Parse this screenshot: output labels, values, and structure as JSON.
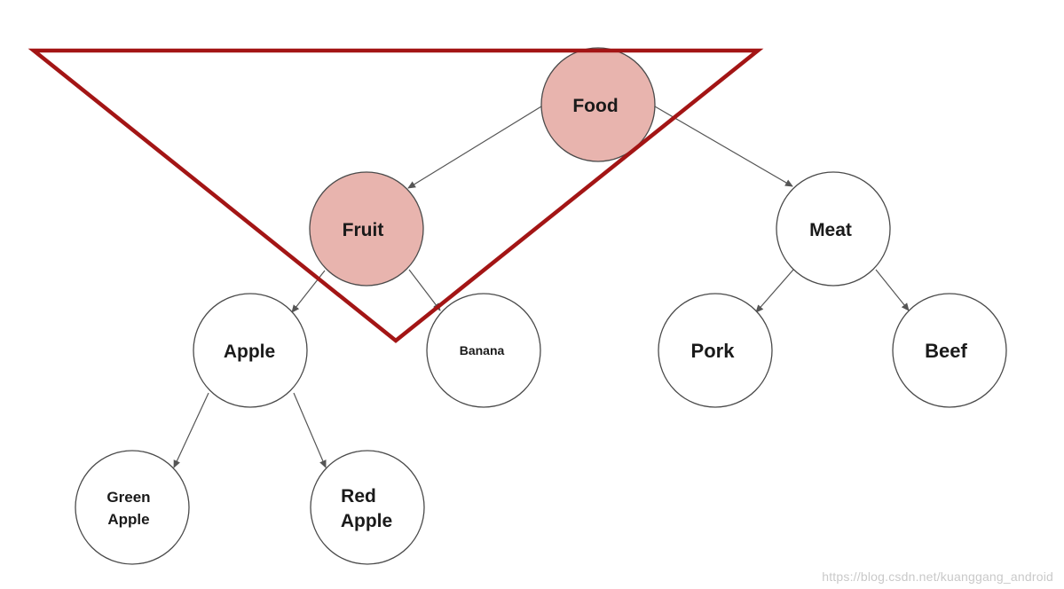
{
  "nodes": {
    "food": {
      "label": "Food",
      "highlighted": true
    },
    "fruit": {
      "label": "Fruit",
      "highlighted": true
    },
    "meat": {
      "label": "Meat",
      "highlighted": false
    },
    "apple": {
      "label": "Apple",
      "highlighted": false
    },
    "banana": {
      "label": "Banana",
      "highlighted": false
    },
    "pork": {
      "label": "Pork",
      "highlighted": false
    },
    "beef": {
      "label": "Beef",
      "highlighted": false
    },
    "green_apple": {
      "lines": [
        "Green",
        "Apple"
      ],
      "highlighted": false
    },
    "red_apple": {
      "lines": [
        "Red",
        "Apple"
      ],
      "highlighted": false
    }
  },
  "edges": [
    [
      "food",
      "fruit"
    ],
    [
      "food",
      "meat"
    ],
    [
      "fruit",
      "apple"
    ],
    [
      "fruit",
      "banana"
    ],
    [
      "meat",
      "pork"
    ],
    [
      "meat",
      "beef"
    ],
    [
      "apple",
      "green_apple"
    ],
    [
      "apple",
      "red_apple"
    ]
  ],
  "colors": {
    "highlight_fill": "#e8b4ae",
    "node_stroke": "#4a4a4a",
    "edge": "#555555",
    "triangle": "#a31515"
  },
  "watermark": "https://blog.csdn.net/kuanggang_android"
}
